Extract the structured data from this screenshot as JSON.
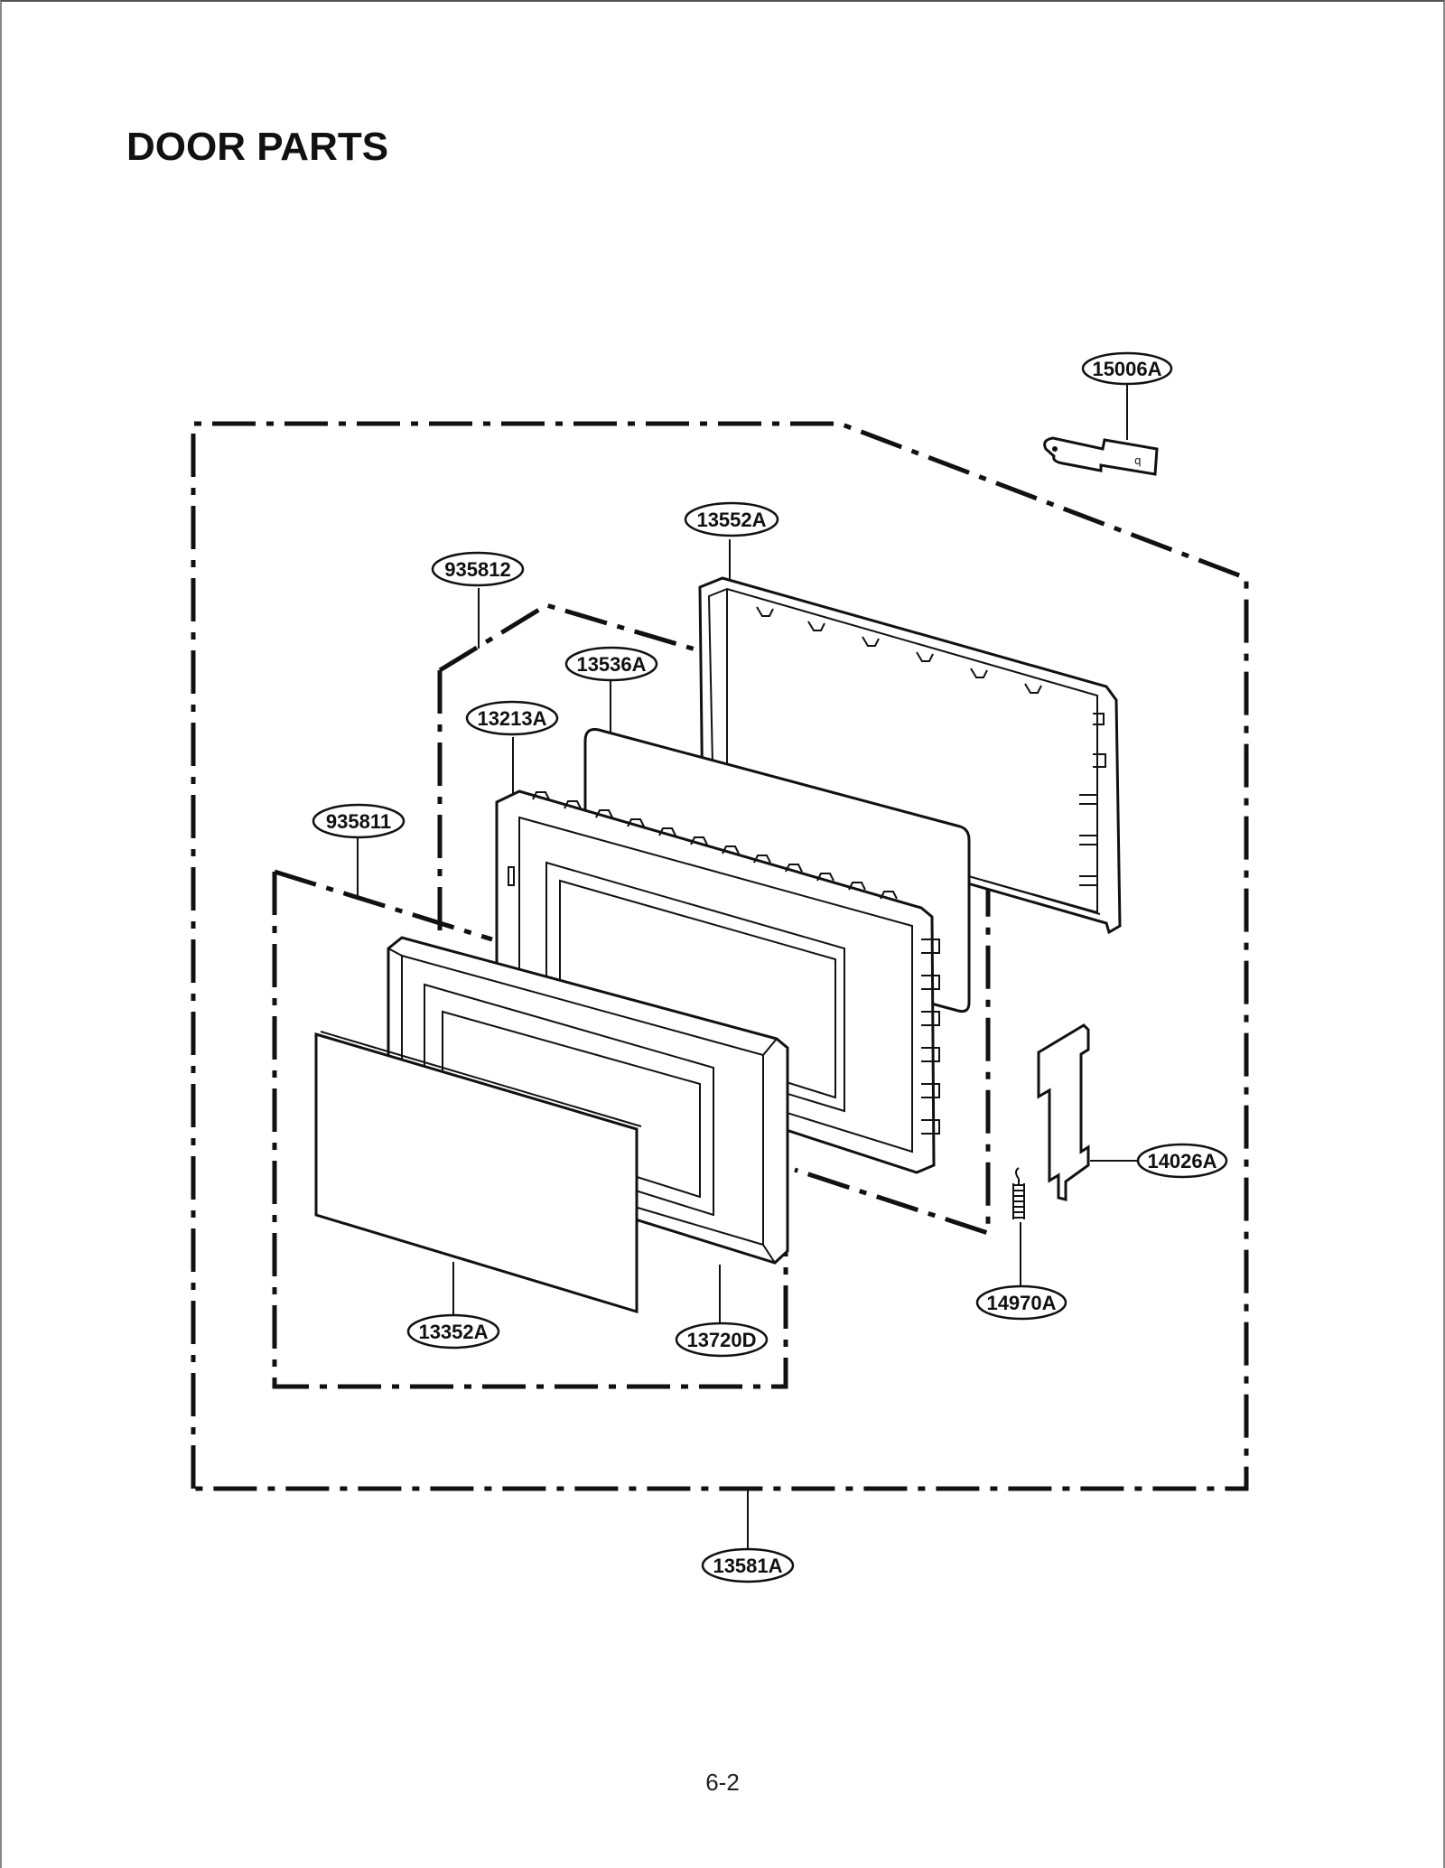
{
  "title": "DOOR PARTS",
  "page_number": "6-2",
  "parts": [
    {
      "id": "15006A",
      "label": "15006A"
    },
    {
      "id": "13552A",
      "label": "13552A"
    },
    {
      "id": "935812",
      "label": "935812"
    },
    {
      "id": "13536A",
      "label": "13536A"
    },
    {
      "id": "13213A",
      "label": "13213A"
    },
    {
      "id": "935811",
      "label": "935811"
    },
    {
      "id": "14026A",
      "label": "14026A"
    },
    {
      "id": "14970A",
      "label": "14970A"
    },
    {
      "id": "13352A",
      "label": "13352A"
    },
    {
      "id": "13720D",
      "label": "13720D"
    },
    {
      "id": "13581A",
      "label": "13581A"
    }
  ]
}
